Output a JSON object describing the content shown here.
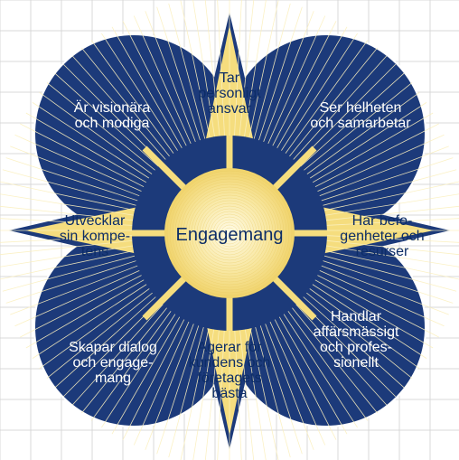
{
  "colors": {
    "navy": "#1c3a7a",
    "gold": "#f5dd7e",
    "gold_light": "#fbf0bf",
    "grid": "#d8d8d8"
  },
  "center": {
    "label": "Engagemang"
  },
  "diamond_points": {
    "top": "Tar\npersonligt\nansvar",
    "right": "Har befo-\ngenheter och\nresurser",
    "bottom": "Agerar för\nkundens och\nföretagets\nbästa",
    "left": "Utvecklar\nsin kompe-\ntens"
  },
  "quadrants": {
    "top_left": "Är visionära\noch modiga",
    "top_right": "Ser helheten\noch samarbetar",
    "bottom_left": "Skapar dialog\noch engage-\nmang",
    "bottom_right": "Handlar\naffärsmässigt\noch profes-\nsionellt"
  }
}
